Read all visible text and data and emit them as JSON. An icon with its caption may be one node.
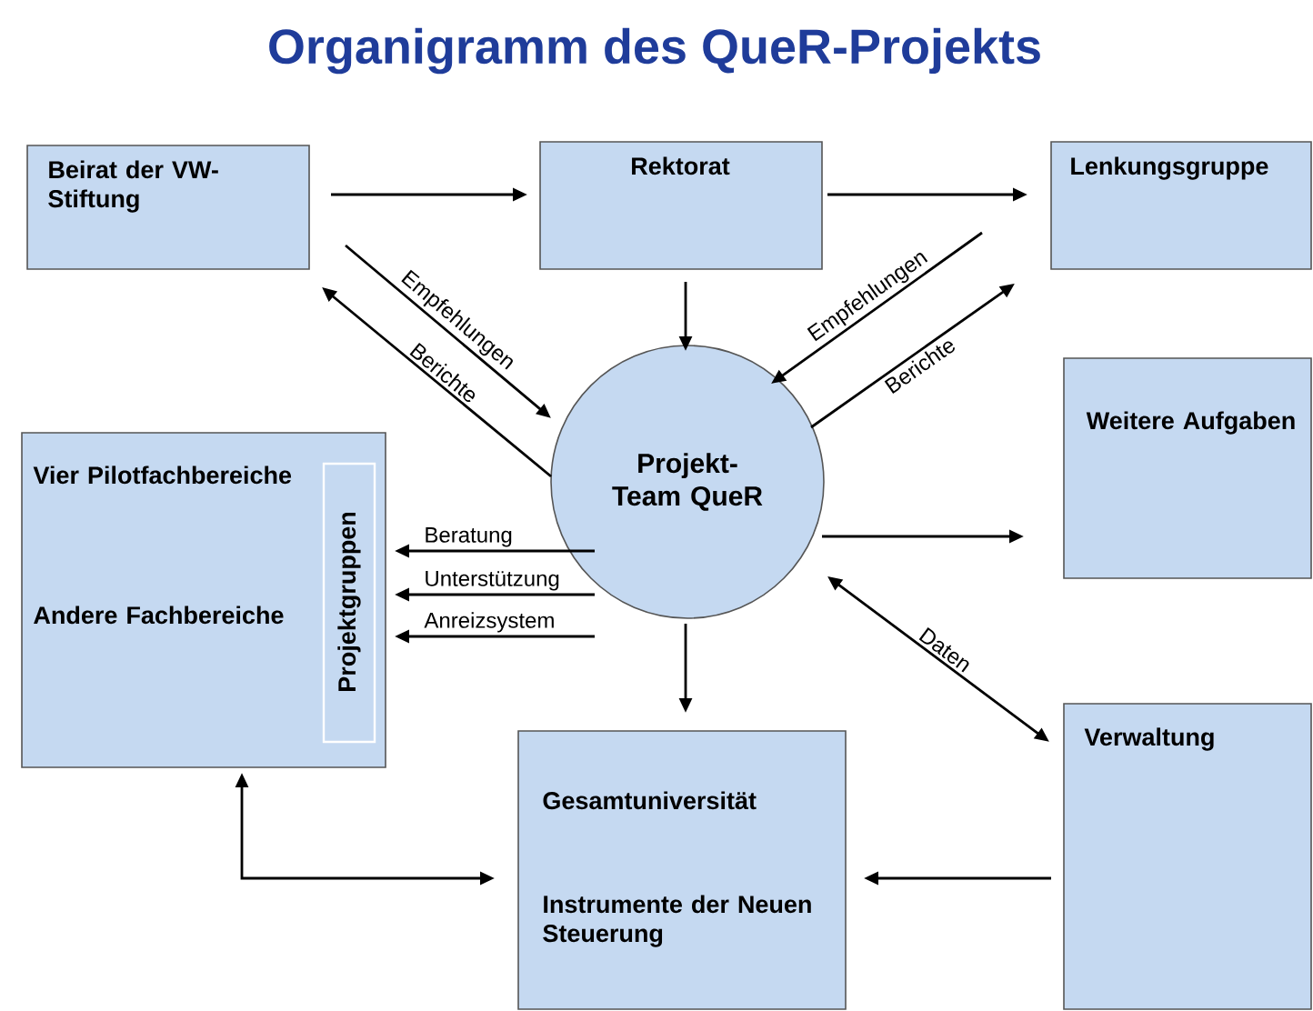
{
  "diagram": {
    "title": "Organigramm des QueR-Projekts",
    "nodes": [
      {
        "text": [
          "Beirat der VW-Stiftung"
        ]
      },
      {
        "text": [
          "Rektorat"
        ]
      },
      {
        "text": [
          "Lenkungsgruppe"
        ]
      },
      {
        "text": [
          "Projekt-Team QueR"
        ]
      },
      {
        "text": [
          "Weitere Aufgaben"
        ]
      },
      {
        "text": [
          "Vier Pilotfachbereiche",
          "Andere Fachbereiche"
        ]
      },
      {
        "text": [
          "Projektgruppen"
        ],
        "in": 5
      },
      {
        "text": [
          "Gesamtuniversität",
          "Instrumente der Neuen Steuerung"
        ]
      },
      {
        "text": [
          "Verwaltung"
        ]
      }
    ],
    "edges": [
      {
        "from": 0,
        "to": 1,
        "arrow": "to"
      },
      {
        "from": 1,
        "to": 2,
        "arrow": "to"
      },
      {
        "from": 1,
        "to": 3,
        "arrow": "to"
      },
      {
        "from": 0,
        "to": 3,
        "arrow": "to",
        "label": "Empfehlungen"
      },
      {
        "from": 3,
        "to": 0,
        "arrow": "to",
        "label": "Berichte"
      },
      {
        "from": 2,
        "to": 3,
        "arrow": "to",
        "label": "Empfehlungen"
      },
      {
        "from": 3,
        "to": 2,
        "arrow": "to",
        "label": "Berichte"
      },
      {
        "from": 3,
        "to": 4,
        "arrow": "to"
      },
      {
        "from": 3,
        "to": 5,
        "arrow": "to",
        "label": "Beratung"
      },
      {
        "from": 3,
        "to": 5,
        "arrow": "to",
        "label": "Unterstützung"
      },
      {
        "from": 3,
        "to": 5,
        "arrow": "to",
        "label": "Anreizsystem"
      },
      {
        "from": 3,
        "to": 7,
        "arrow": "to"
      },
      {
        "from": 3,
        "to": 8,
        "arrow": "both",
        "label": "Daten"
      },
      {
        "from": 8,
        "to": 7,
        "arrow": "to"
      },
      {
        "from": 5,
        "to": 7,
        "arrow": "both"
      }
    ]
  }
}
